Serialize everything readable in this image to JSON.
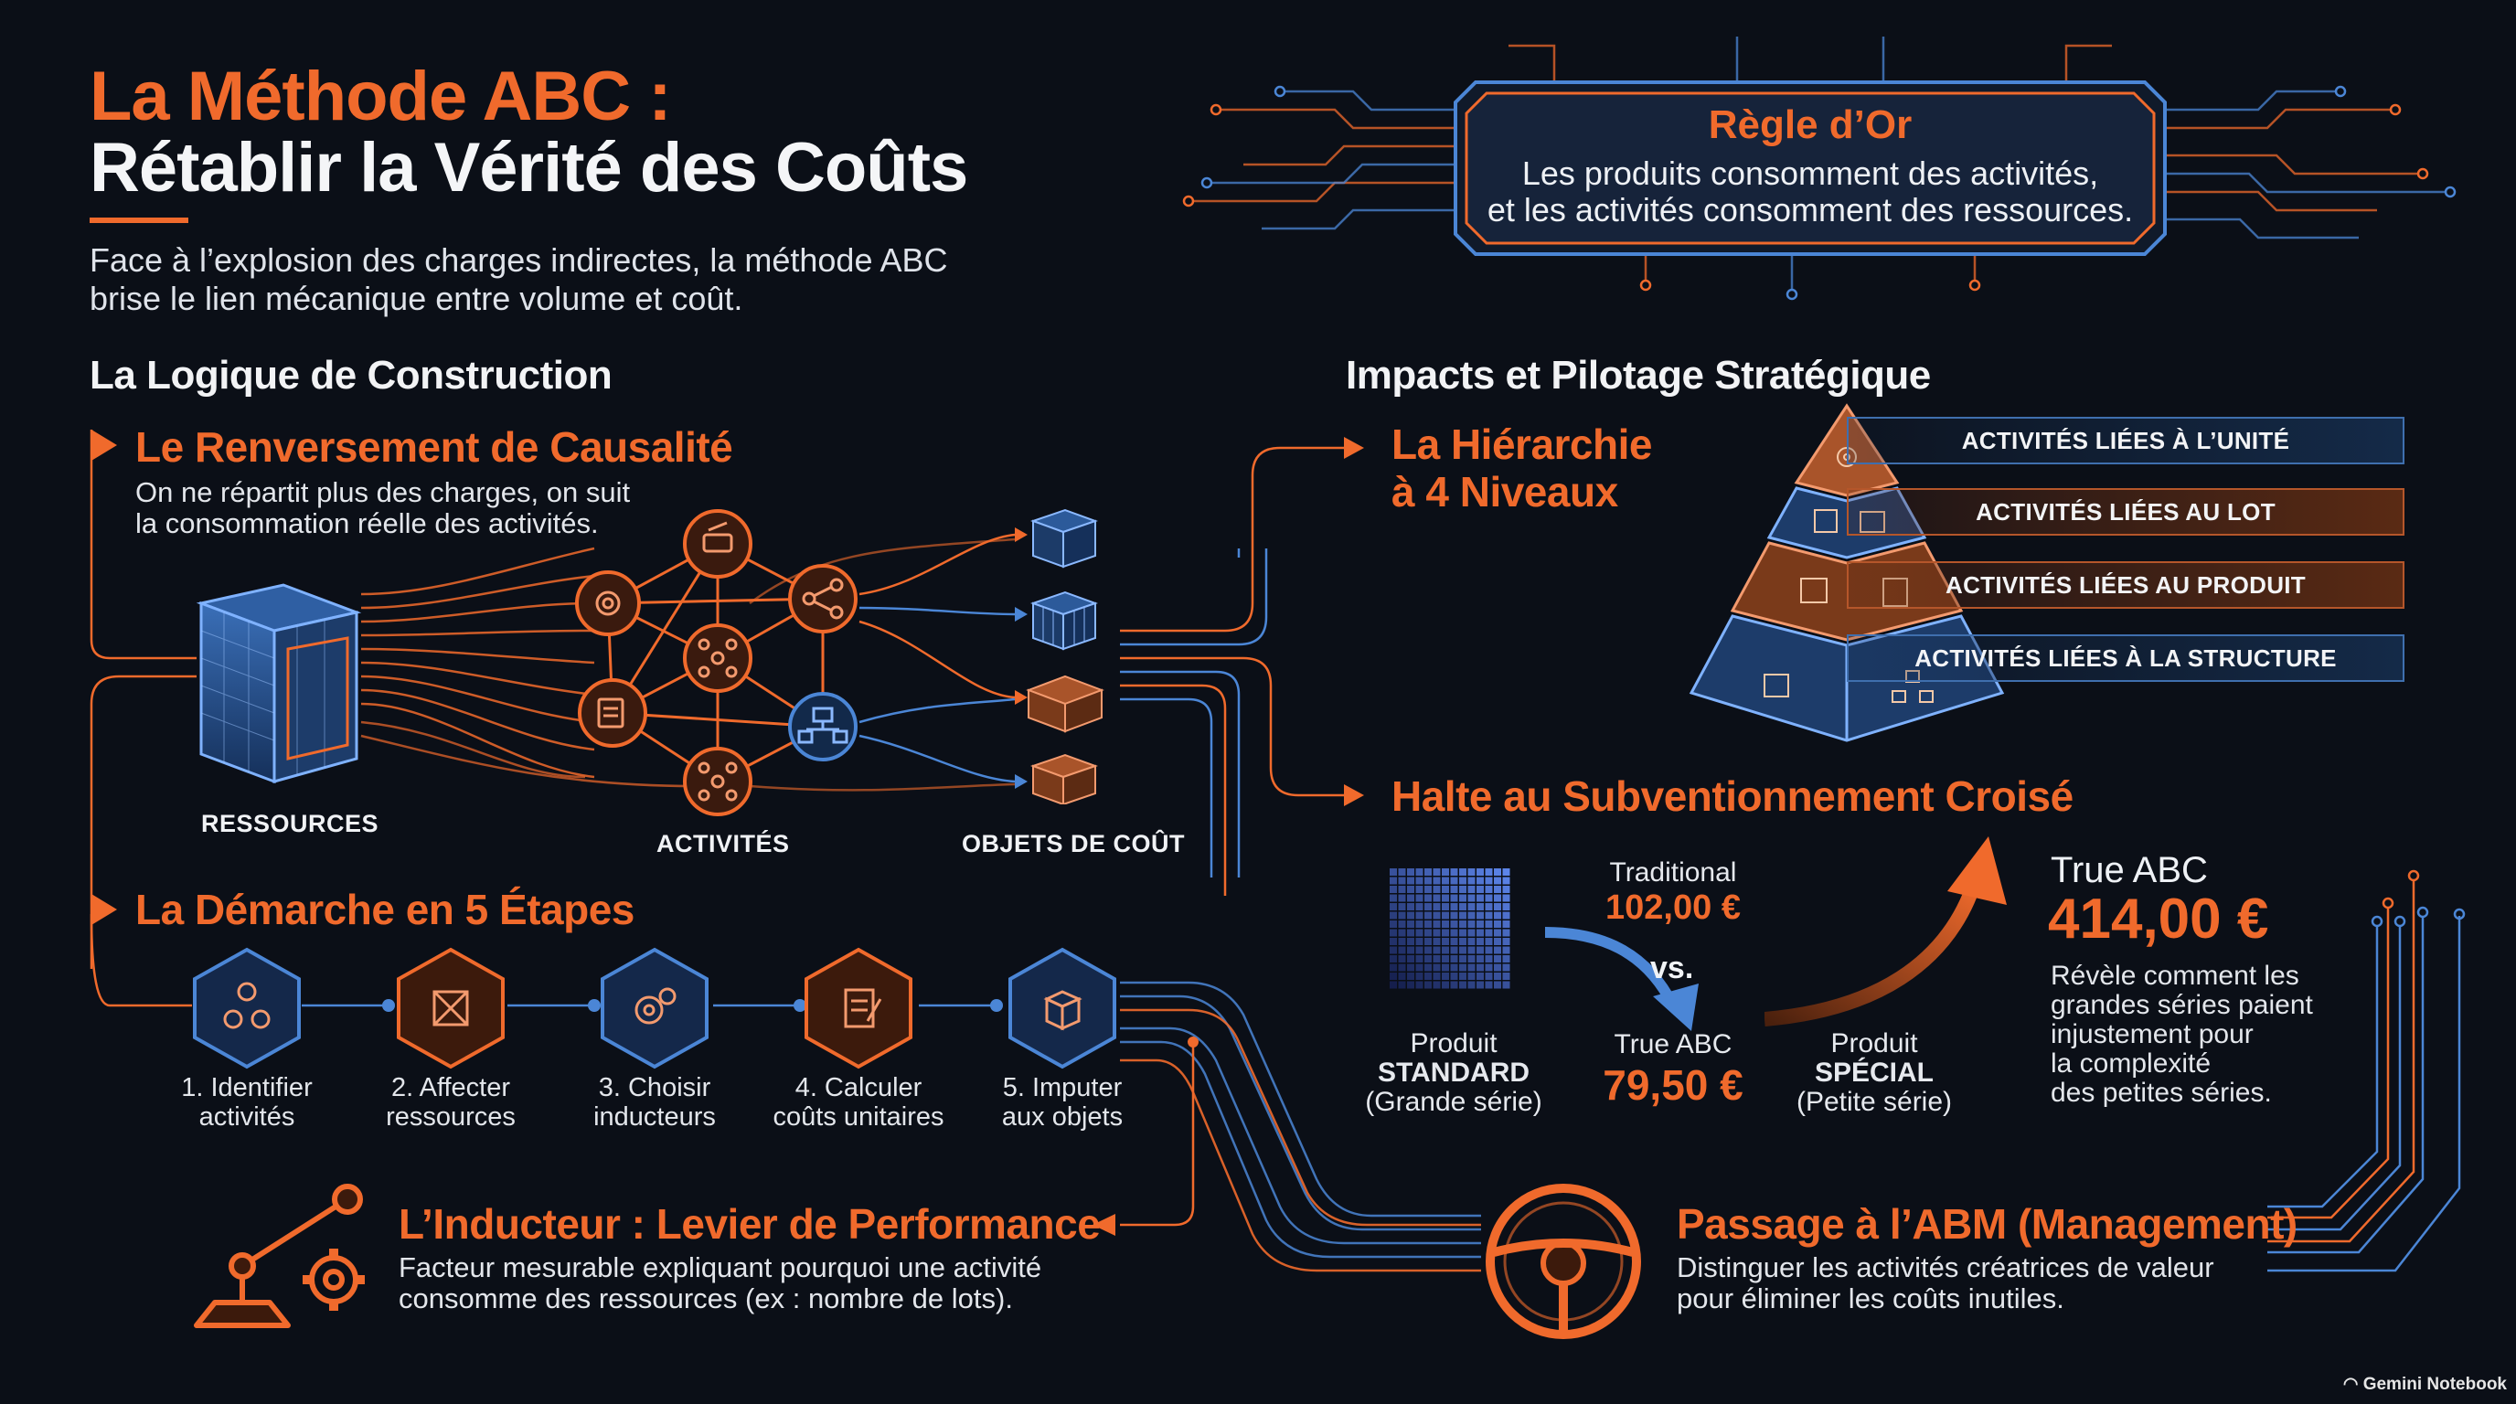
{
  "header": {
    "title_line1": "La Méthode ABC :",
    "title_line2": "Rétablir la Vérité des Coûts",
    "intro": "Face à l’explosion des charges indirectes, la méthode ABC brise le lien mécanique entre volume et coût."
  },
  "golden_rule": {
    "title": "Règle d’Or",
    "line1": "Les produits consomment des activités,",
    "line2": "et les activités consomment des ressources."
  },
  "left": {
    "section_title": "La Logique de Construction",
    "causality": {
      "title": "Le Renversement de Causalité",
      "line1": "On ne répartit plus des charges, on suit",
      "line2": "la consommation réelle des activités."
    },
    "flow_labels": {
      "resources": "RESSOURCES",
      "activities": "ACTIVITÉS",
      "cost_objects": "OBJETS DE COÛT"
    },
    "steps_title": "La Démarche en 5 Étapes",
    "steps": [
      {
        "l1": "1. Identifier",
        "l2": "activités",
        "icon": "network-icon"
      },
      {
        "l1": "2. Affecter",
        "l2": "ressources",
        "icon": "allocation-icon"
      },
      {
        "l1": "3. Choisir",
        "l2": "inducteurs",
        "icon": "gears-icon"
      },
      {
        "l1": "4. Calculer",
        "l2": "coûts unitaires",
        "icon": "document-icon"
      },
      {
        "l1": "5. Imputer",
        "l2": "aux objets",
        "icon": "box-icon"
      }
    ],
    "driver": {
      "title": "L’Inducteur : Levier de Performance",
      "line1": "Facteur mesurable expliquant pourquoi une activité",
      "line2": "consomme des ressources (ex : nombre de lots)."
    }
  },
  "right": {
    "section_title": "Impacts et Pilotage Stratégique",
    "hierarchy": {
      "title_l1": "La Hiérarchie",
      "title_l2": "à 4 Niveaux",
      "tiers": [
        "ACTIVITÉS LIÉES À L’UNITÉ",
        "ACTIVITÉS LIÉES AU LOT",
        "ACTIVITÉS LIÉES AU PRODUIT",
        "ACTIVITÉS LIÉES À LA STRUCTURE"
      ]
    },
    "subsidy": {
      "title": "Halte au Subventionnement Croisé",
      "traditional_label": "Traditional",
      "traditional_value": "102,00 €",
      "vs": "vs.",
      "true_abc_label": "True ABC",
      "true_abc_value": "79,50 €",
      "standard_l1": "Produit",
      "standard_l2": "STANDARD",
      "standard_l3": "(Grande série)",
      "special_l1": "Produit",
      "special_l2": "SPÉCIAL",
      "special_l3": "(Petite série)",
      "special_label": "True ABC",
      "special_value": "414,00 €",
      "reveal": [
        "Révèle comment les",
        "grandes séries paient",
        "injustement pour",
        "la complexité",
        "des petites séries."
      ]
    },
    "abm": {
      "title": "Passage à l’ABM (Management)",
      "line1": "Distinguer les activités créatrices de valeur",
      "line2": "pour éliminer les coûts inutiles."
    }
  },
  "watermark": "Gemini Notebook",
  "colors": {
    "accent": "#f06a2c",
    "blue": "#4b86d6",
    "background": "#0b0f17"
  }
}
